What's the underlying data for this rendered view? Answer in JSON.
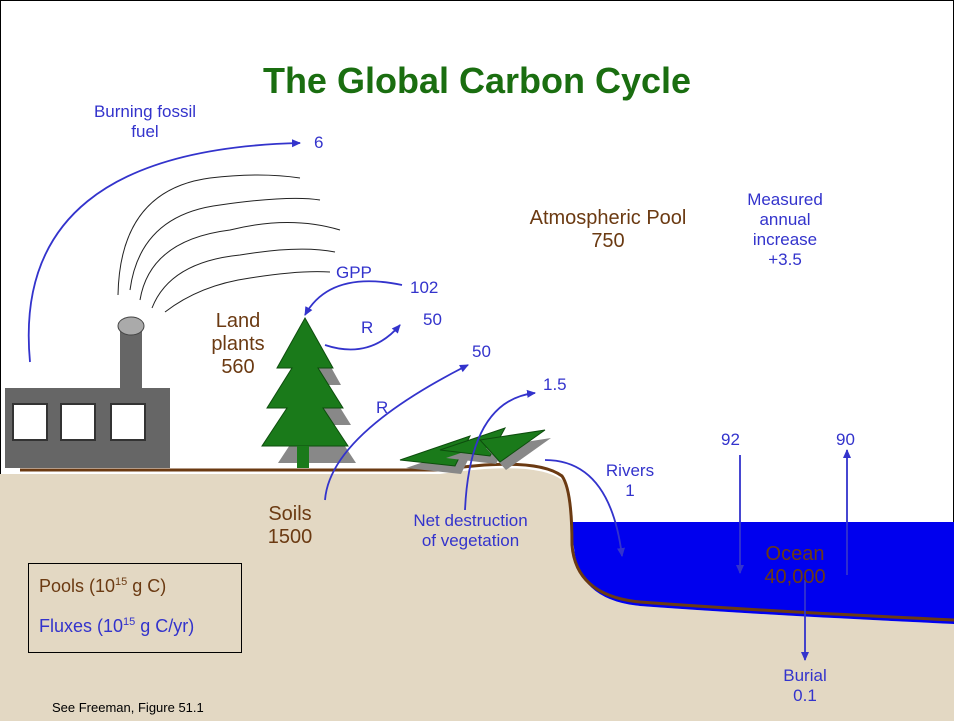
{
  "title": "The Global Carbon Cycle",
  "pools": {
    "atmosphere": {
      "label": "Atmospheric Pool",
      "value": "750"
    },
    "land_plants": {
      "label1": "Land",
      "label2": "plants",
      "value": "560"
    },
    "soils": {
      "label": "Soils",
      "value": "1500"
    },
    "ocean": {
      "label": "Ocean",
      "value": "40,000"
    }
  },
  "fluxes": {
    "fossil_fuel": {
      "label1": "Burning fossil",
      "label2": "fuel",
      "value": "6"
    },
    "gpp": {
      "label": "GPP",
      "value": "102"
    },
    "plant_resp": {
      "label": "R",
      "value": "50"
    },
    "soil_resp": {
      "label": "R",
      "value": "50"
    },
    "veg_destruction": {
      "label1": "Net destruction",
      "label2": "of vegetation",
      "value": "1.5"
    },
    "rivers": {
      "label": "Rivers",
      "value": "1"
    },
    "ocean_in": {
      "value": "92"
    },
    "ocean_out": {
      "value": "90"
    },
    "burial": {
      "label": "Burial",
      "value": "0.1"
    },
    "measured_increase": {
      "line1": "Measured",
      "line2": "annual",
      "line3": "increase",
      "value": "+3.5"
    }
  },
  "legend": {
    "pools_prefix": "Pools (10",
    "pools_exp": "15",
    "pools_suffix": " g C)",
    "fluxes_prefix": "Fluxes (10",
    "fluxes_exp": "15",
    "fluxes_suffix": " g C/yr)"
  },
  "citation": "See Freeman, Figure 51.1",
  "colors": {
    "title": "#1a6e10",
    "pool_text": "#6b3a12",
    "flux_text": "#3333cc",
    "ocean": "#0000ee",
    "ground": "#e3d8c3",
    "tree": "#1a7a1a"
  }
}
